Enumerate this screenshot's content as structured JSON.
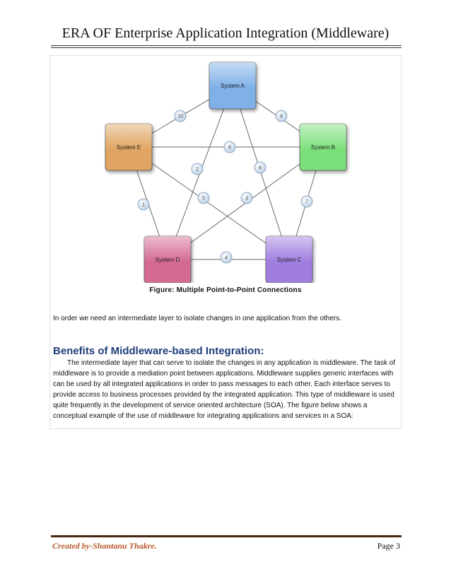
{
  "header": {
    "title": "ERA OF Enterprise Application Integration (Middleware)"
  },
  "figure": {
    "caption": "Figure:  Multiple  Point-to-Point  Connections",
    "systems": [
      {
        "id": "A",
        "label": "System A",
        "color": "#7fb0e8"
      },
      {
        "id": "B",
        "label": "System B",
        "color": "#7ce07a"
      },
      {
        "id": "C",
        "label": "System C",
        "color": "#a07ee0"
      },
      {
        "id": "D",
        "label": "System D",
        "color": "#d46a94"
      },
      {
        "id": "E",
        "label": "System E",
        "color": "#e0a562"
      }
    ],
    "connections": [
      {
        "label": "1",
        "from": "E",
        "to": "D"
      },
      {
        "label": "2",
        "from": "A",
        "to": "D"
      },
      {
        "label": "3",
        "from": "B",
        "to": "D"
      },
      {
        "label": "4",
        "from": "D",
        "to": "C"
      },
      {
        "label": "5",
        "from": "E",
        "to": "C"
      },
      {
        "label": "6",
        "from": "A",
        "to": "C"
      },
      {
        "label": "7",
        "from": "B",
        "to": "C"
      },
      {
        "label": "8",
        "from": "E",
        "to": "B"
      },
      {
        "label": "9",
        "from": "A",
        "to": "B"
      },
      {
        "label": "10",
        "from": "A",
        "to": "E"
      }
    ]
  },
  "intro_text": "In order we need an intermediate layer to isolate changes in one application from the others.",
  "benefits": {
    "heading": "Benefits of Middleware-based Integration:",
    "body": "The intermediate layer that can serve to isolate the changes in any application is middleware. The task of middleware is to provide a mediation point between applications. Middleware supplies generic interfaces with can be used by all integrated applications in order to pass messages to each other. Each interface serves to provide access to business processes provided by the integrated application. This type of middleware is used quite frequently in the development of service oriented architecture (SOA). The figure below shows a conceptual example of the use of middleware for integrating applications and services in a SOA:"
  },
  "footer": {
    "author": "Created by-Shantanu Thakre.",
    "page": "Page 3",
    "accent_color": "#b8582a"
  }
}
